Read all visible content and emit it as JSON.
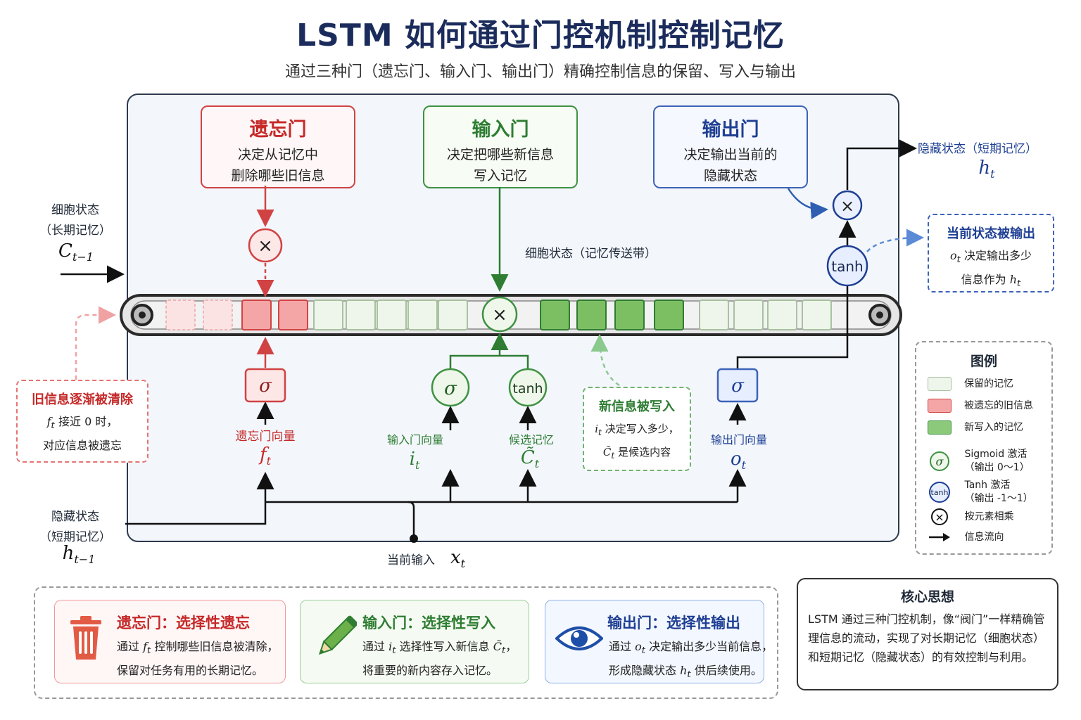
{
  "title": "LSTM 如何通过门控机制控制记忆",
  "subtitle": "通过三种门（遗忘门、输入门、输出门）精确控制信息的保留、写入与输出",
  "colors": {
    "forget": "#d14343",
    "input": "#3f9142",
    "output": "#3d63b8",
    "navy": "#1b2c5c"
  },
  "gates": {
    "forget": {
      "title": "遗忘门",
      "line1": "决定从记忆中",
      "line2": "删除哪些旧信息"
    },
    "input": {
      "title": "输入门",
      "line1": "决定把哪些新信息",
      "line2": "写入记忆"
    },
    "output": {
      "title": "输出门",
      "line1": "决定输出当前的",
      "line2": "隐藏状态"
    }
  },
  "cell_state_in": {
    "line1": "细胞状态",
    "line2": "（长期记忆）",
    "sym": "C",
    "sub": "t−1"
  },
  "hidden_in": {
    "line1": "隐藏状态",
    "line2": "（短期记忆）",
    "sym": "h",
    "sub": "t−1"
  },
  "hidden_out": {
    "label": "隐藏状态（短期记忆）",
    "sym": "h",
    "sub": "t"
  },
  "conveyor_label": "细胞状态（记忆传送带）",
  "current_input": {
    "label": "当前输入",
    "sym": "x",
    "sub": "t"
  },
  "ops": {
    "sigma": "σ",
    "tanh": "tanh",
    "mult": "×"
  },
  "vectors": {
    "forget": {
      "label": "遗忘门向量",
      "sym": "f",
      "sub": "t"
    },
    "input": {
      "label": "输入门向量",
      "sym": "i",
      "sub": "t"
    },
    "candidate": {
      "label": "候选记忆",
      "sym": "C̃",
      "sub": "t"
    },
    "output": {
      "label": "输出门向量",
      "sym": "o",
      "sub": "t"
    }
  },
  "notes": {
    "forget": {
      "title": "旧信息逐渐被清除",
      "line1_sym": "f",
      "line1_sub": "t",
      "line1": " 接近 0 时，",
      "line2": "对应信息被遗忘"
    },
    "write": {
      "title": "新信息被写入",
      "line1_sym": "i",
      "line1_sub": "t",
      "line1": " 决定写入多少，",
      "line2_sym": "C̃",
      "line2_sub": "t",
      "line2": " 是候选内容"
    },
    "output": {
      "title": "当前状态被输出",
      "line1_sym": "o",
      "line1_sub": "t",
      "line1": " 决定输出多少",
      "line2": "信息作为 ",
      "line2_sym": "h",
      "line2_sub": "t"
    }
  },
  "legend": {
    "title": "图例",
    "items": [
      {
        "label": "保留的记忆"
      },
      {
        "label": "被遗忘的旧信息"
      },
      {
        "label": "新写入的记忆"
      },
      {
        "label": "Sigmoid 激活",
        "sub": "（输出 0～1）"
      },
      {
        "label": "Tanh 激活",
        "sub": "（输出 -1～1）"
      },
      {
        "label": "按元素相乘"
      },
      {
        "label": "信息流向"
      }
    ]
  },
  "cards": [
    {
      "title": "遗忘门：选择性遗忘",
      "l1a": "通过 ",
      "l1sym": "f",
      "l1sub": "t",
      "l1b": " 控制哪些旧信息被清除，",
      "l2": "保留对任务有用的长期记忆。",
      "icon": "trash-icon"
    },
    {
      "title": "输入门：选择性写入",
      "l1a": "通过 ",
      "l1sym": "i",
      "l1sub": "t",
      "l1b": " 选择性写入新信息 ",
      "l1sym2": "C̃",
      "l1sub2": "t",
      "l1c": "，",
      "l2": "将重要的新内容存入记忆。",
      "icon": "pencil-icon"
    },
    {
      "title": "输出门：选择性输出",
      "l1a": "通过 ",
      "l1sym": "o",
      "l1sub": "t",
      "l1b": " 决定输出多少当前信息，",
      "l2a": "形成隐藏状态 ",
      "l2sym": "h",
      "l2sub": "t",
      "l2b": " 供后续使用。",
      "icon": "eye-icon"
    }
  ],
  "core": {
    "title": "核心思想",
    "text": "LSTM 通过三种门控机制，像“阀门”一样精确管理信息的流动，实现了对长期记忆（细胞状态）和短期记忆（隐藏状态）的有效控制与利用。"
  }
}
